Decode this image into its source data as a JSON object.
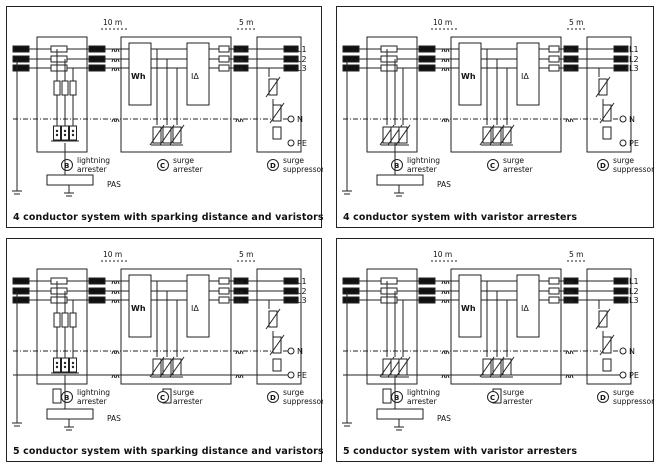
{
  "panels": [
    {
      "caption": "4 conductor system with sparking distance and varistors",
      "distance_1": "10 m",
      "distance_2": "5 m",
      "meter_label": "Wh",
      "current_label": "IΔ",
      "earth_label": "PAS",
      "lines": [
        "L1",
        "L2",
        "L3"
      ],
      "neutral": "N",
      "protective": "PE",
      "stage_b": {
        "marker": "B",
        "label": "lightning arrester"
      },
      "stage_c": {
        "marker": "C",
        "label": "surge arrester"
      },
      "stage_d": {
        "marker": "D",
        "label": "surge suppressor"
      }
    },
    {
      "caption": "4 conductor system with varistor arresters",
      "distance_1": "10 m",
      "distance_2": "5 m",
      "meter_label": "Wh",
      "current_label": "IΔ",
      "earth_label": "PAS",
      "lines": [
        "L1",
        "L2",
        "L3"
      ],
      "neutral": "N",
      "protective": "PE",
      "stage_b": {
        "marker": "B",
        "label": "lightning arrester"
      },
      "stage_c": {
        "marker": "C",
        "label": "surge arrester"
      },
      "stage_d": {
        "marker": "D",
        "label": "surge suppressor"
      }
    },
    {
      "caption": "5 conductor system with sparking distance and varistors",
      "distance_1": "10 m",
      "distance_2": "5 m",
      "meter_label": "Wh",
      "current_label": "IΔ",
      "earth_label": "PAS",
      "lines": [
        "L1",
        "L2",
        "L3"
      ],
      "neutral": "N",
      "protective": "PE",
      "stage_b": {
        "marker": "B",
        "label": "lightning arrester"
      },
      "stage_c": {
        "marker": "C",
        "label": "surge arrester"
      },
      "stage_d": {
        "marker": "D",
        "label": "surge suppressor"
      }
    },
    {
      "caption": "5 conductor system with varistor arresters",
      "distance_1": "10 m",
      "distance_2": "5 m",
      "meter_label": "Wh",
      "current_label": "IΔ",
      "earth_label": "PAS",
      "lines": [
        "L1",
        "L2",
        "L3"
      ],
      "neutral": "N",
      "protective": "PE",
      "stage_b": {
        "marker": "B",
        "label": "lightning arrester"
      },
      "stage_c": {
        "marker": "C",
        "label": "surge arrester"
      },
      "stage_d": {
        "marker": "D",
        "label": "surge suppressor"
      }
    }
  ]
}
